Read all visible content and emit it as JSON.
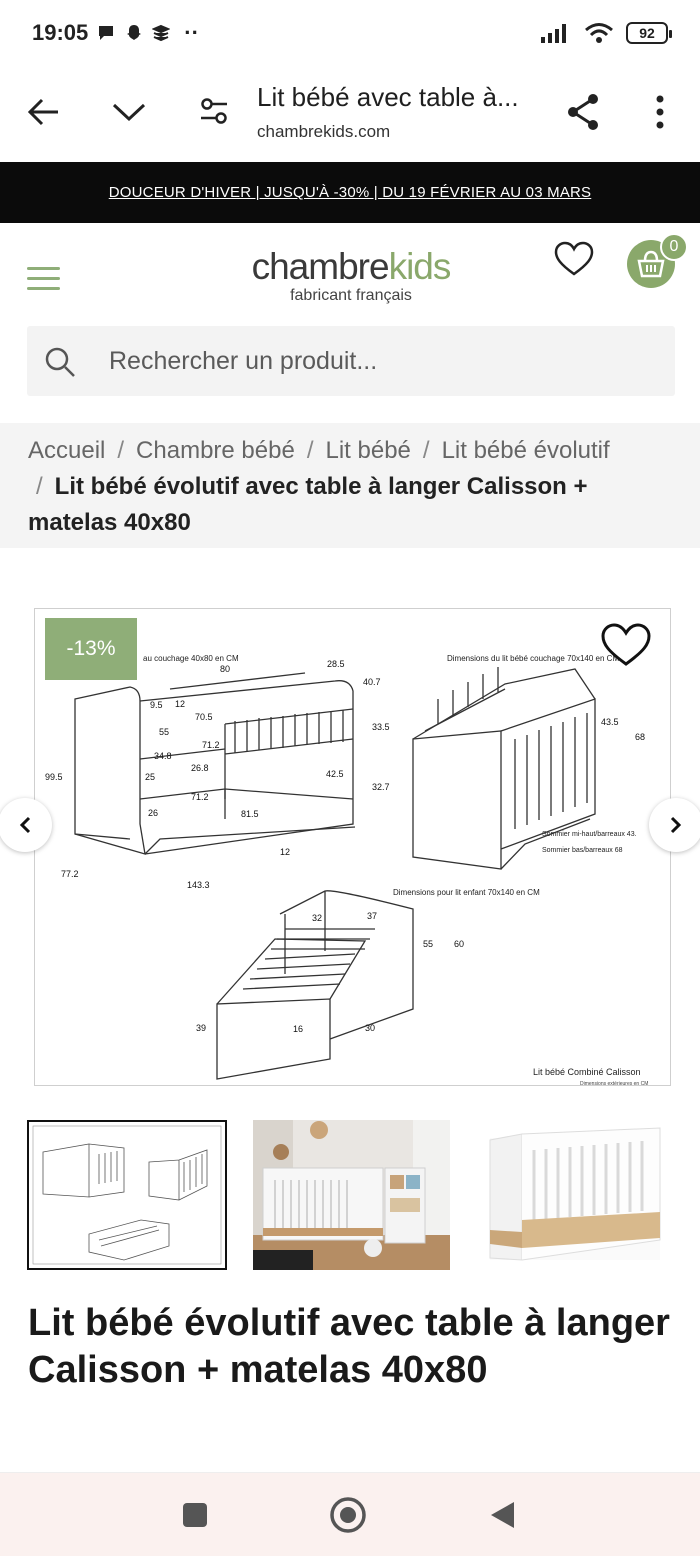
{
  "status_bar": {
    "time": "19:05",
    "battery": "92",
    "dots": "··"
  },
  "browser": {
    "title": "Lit bébé avec table à...",
    "url": "chambrekids.com"
  },
  "promo": {
    "text": "DOUCEUR D'HIVER | JUSQU'À -30% | DU 19 FÉVRIER AU 03 MARS"
  },
  "header": {
    "logo_main": "chambre",
    "logo_accent": "kids",
    "logo_sub": "fabricant français",
    "cart_count": "0"
  },
  "search": {
    "placeholder": "Rechercher un produit..."
  },
  "breadcrumb": {
    "items": [
      "Accueil",
      "Chambre bébé",
      "Lit bébé",
      "Lit bébé évolutif"
    ],
    "current": "Lit bébé évolutif avec table à langer Calisson + matelas 40x80",
    "separator": "/"
  },
  "gallery": {
    "discount": "-13%",
    "labels": {
      "couchage_4080": "au couchage 40x80 en CM",
      "dims_70140": "Dimensions du lit bébé couchage 70x140 en CM",
      "dims_enfant": "Dimensions pour lit enfant 70x140 en CM",
      "sommier_mi": "Sommier mi-haut/barreaux 43.",
      "sommier_bas": "Sommier bas/barreaux 68",
      "footer_title": "Lit bébé Combiné Calisson",
      "footer_sub": "Dimensions extérieures en CM"
    },
    "measures": [
      "80",
      "28.5",
      "40.7",
      "9.5",
      "12",
      "70.5",
      "55",
      "71.2",
      "34.8",
      "26.8",
      "25",
      "33.5",
      "42.5",
      "32.7",
      "99.5",
      "71.2",
      "26",
      "81.5",
      "12",
      "77.2",
      "143.3",
      "43.5",
      "68",
      "32",
      "37",
      "55",
      "60",
      "39",
      "16",
      "30"
    ]
  },
  "product": {
    "title": "Lit bébé évolutif avec table à langer Calisson + matelas 40x80"
  },
  "colors": {
    "accent_green": "#8aa86b",
    "promo_bg": "#0b0b0b"
  }
}
